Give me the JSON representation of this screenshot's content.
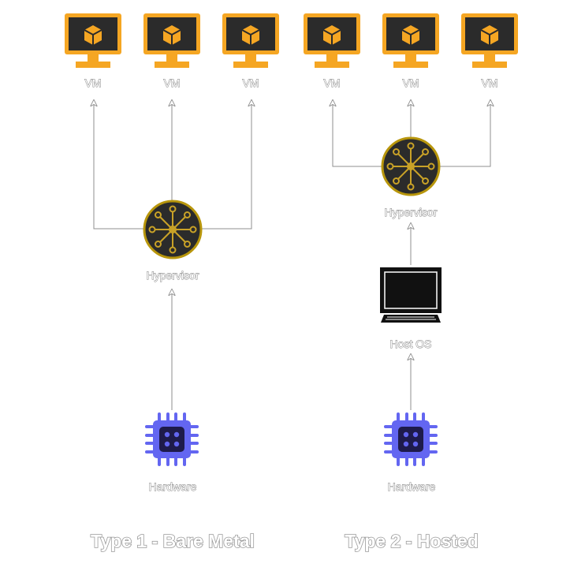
{
  "type1": {
    "vm_labels": [
      "VM",
      "VM",
      "VM"
    ],
    "hypervisor_label": "Hypervisor",
    "hardware_label": "Hardware",
    "title": "Type 1 - Bare Metal"
  },
  "type2": {
    "vm_labels": [
      "VM",
      "VM",
      "VM"
    ],
    "hypervisor_label": "Hypervisor",
    "host_os_label": "Host OS",
    "hardware_label": "Hardware",
    "title": "Type 2 - Hosted"
  },
  "icons": {
    "vm": "vm-monitor-icon",
    "hypervisor": "hypervisor-hub-icon",
    "host_os": "desktop-computer-icon",
    "hardware": "cpu-chip-icon"
  },
  "colors": {
    "vm_frame": "#F5A623",
    "vm_screen": "#2B2B2B",
    "hypervisor_ring": "#B8960C",
    "hypervisor_fill": "#2B2B2B",
    "chip": "#6366F1",
    "chip_dark": "#1E1B4B",
    "connector": "#8F8F8F"
  }
}
